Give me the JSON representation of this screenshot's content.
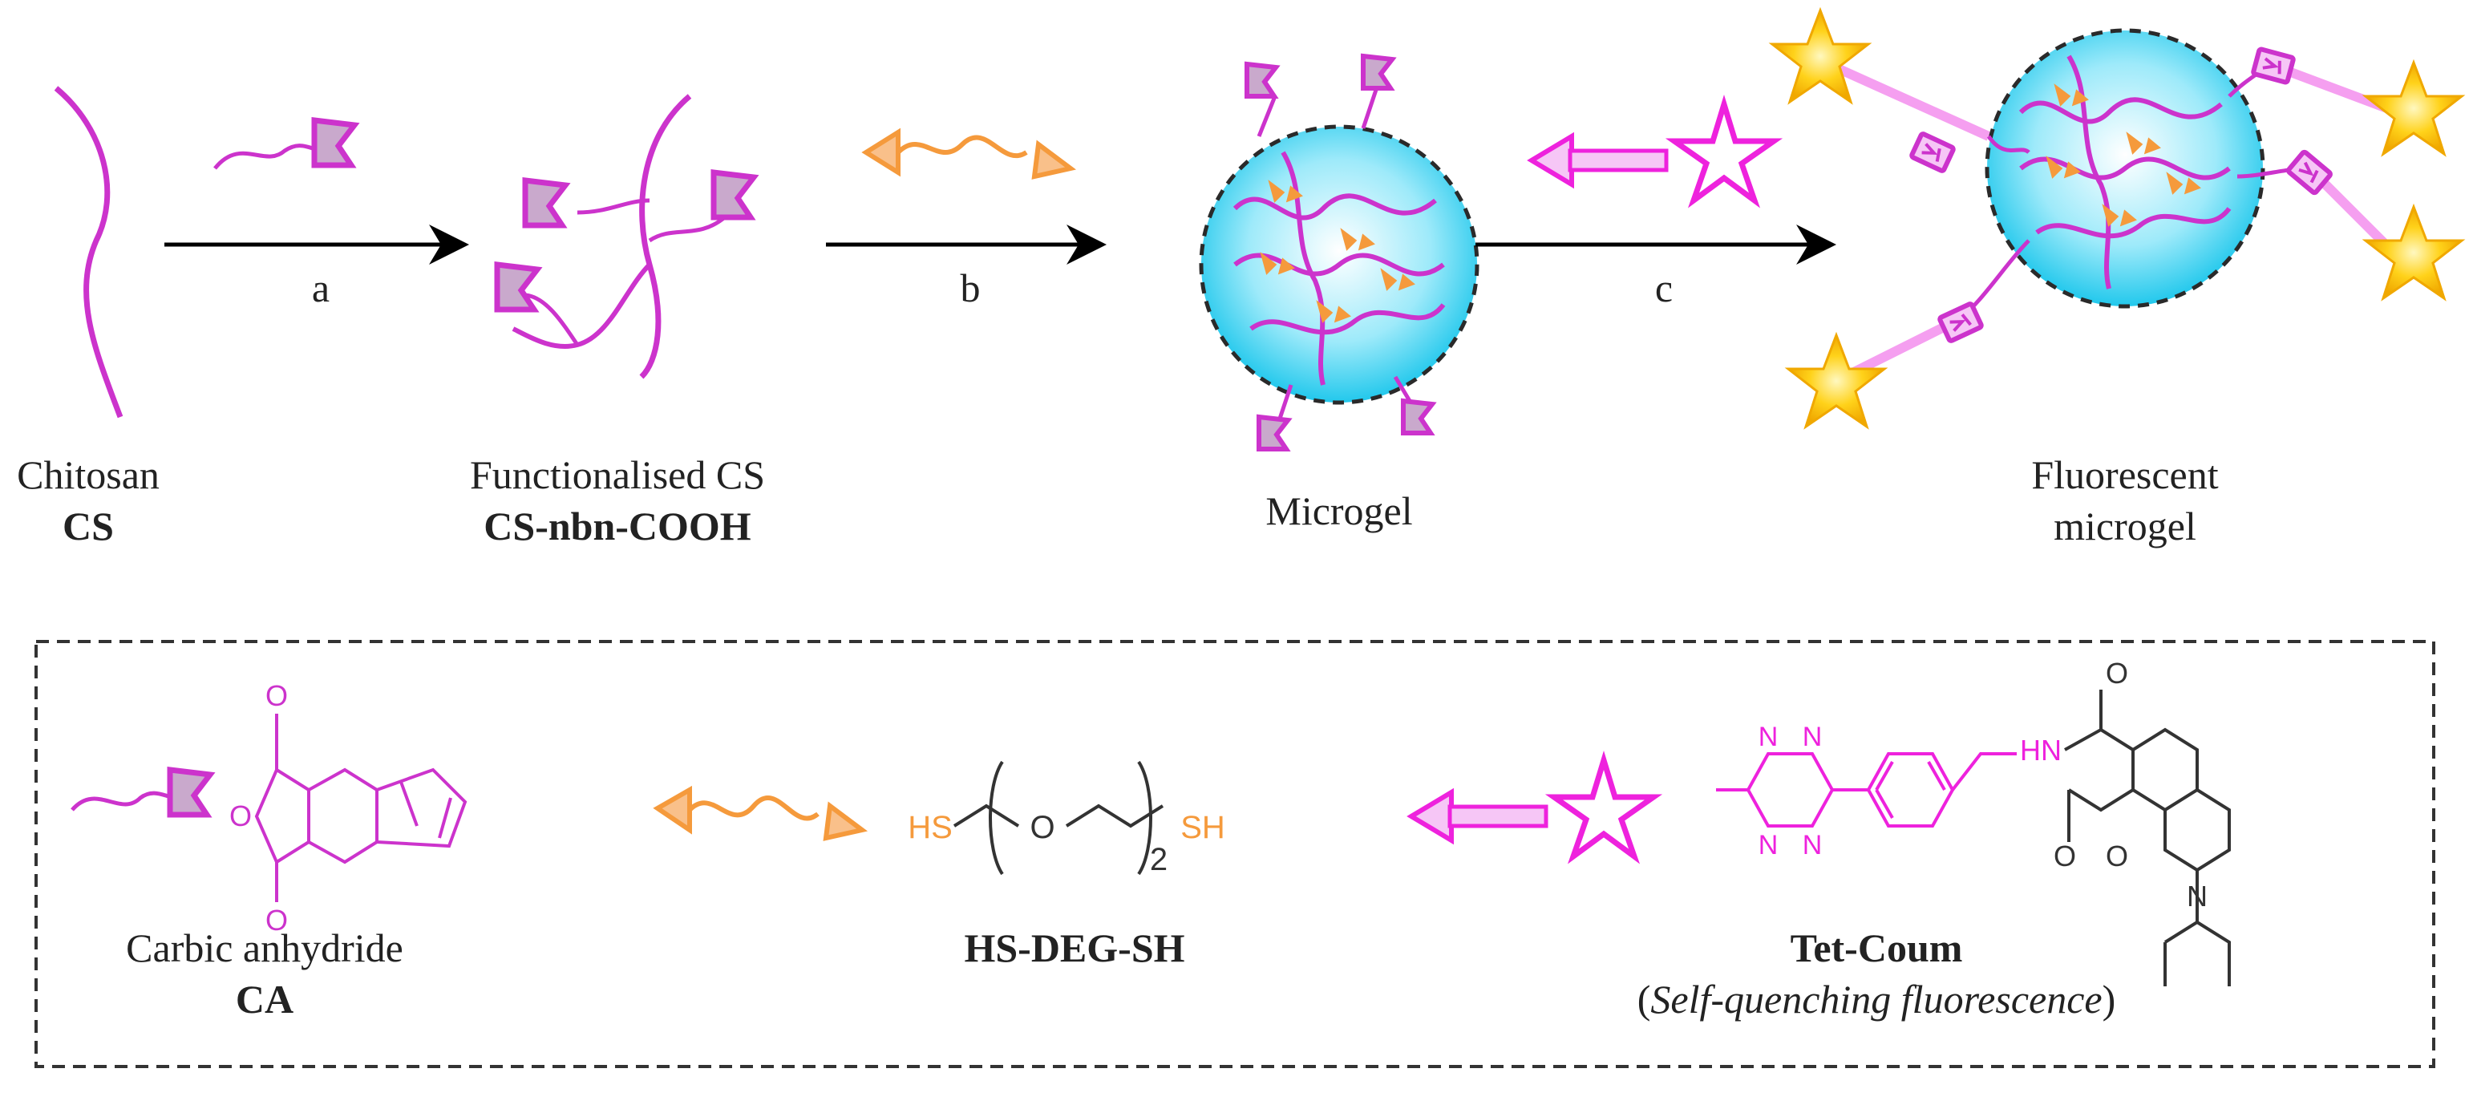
{
  "scheme": {
    "steps": [
      {
        "id": "a",
        "label": "a"
      },
      {
        "id": "b",
        "label": "b"
      },
      {
        "id": "c",
        "label": "c"
      }
    ],
    "species": [
      {
        "id": "cs",
        "name": "Chitosan",
        "code": "CS"
      },
      {
        "id": "cs_func",
        "name": "Functionalised CS",
        "code": "CS-nbn-COOH"
      },
      {
        "id": "microgel",
        "name": "Microgel",
        "code": ""
      },
      {
        "id": "fluor",
        "name": "Fluorescent",
        "name2": "microgel"
      }
    ]
  },
  "legend": {
    "ca": {
      "name": "Carbic anhydride",
      "code": "CA"
    },
    "dithiol": {
      "code": "HS-DEG-SH",
      "hs_left": "HS",
      "hs_right": "SH",
      "o": "O",
      "subscript": "2"
    },
    "tet": {
      "code": "Tet-Coum",
      "note_open": "(",
      "note_italic": "Self-quenching fluorescence",
      "note_close": ")",
      "n": "N",
      "nh": "HN",
      "o": "O",
      "n_amine": "N"
    }
  },
  "colors": {
    "polymer": "#cc33cc",
    "anhydride_fill": "#c9a9cc",
    "linker": "#f59a3c",
    "tetrazine": "#ee22dd",
    "gel": "#3fd3f0",
    "star": "#f6b400",
    "arrow": "#000000"
  }
}
